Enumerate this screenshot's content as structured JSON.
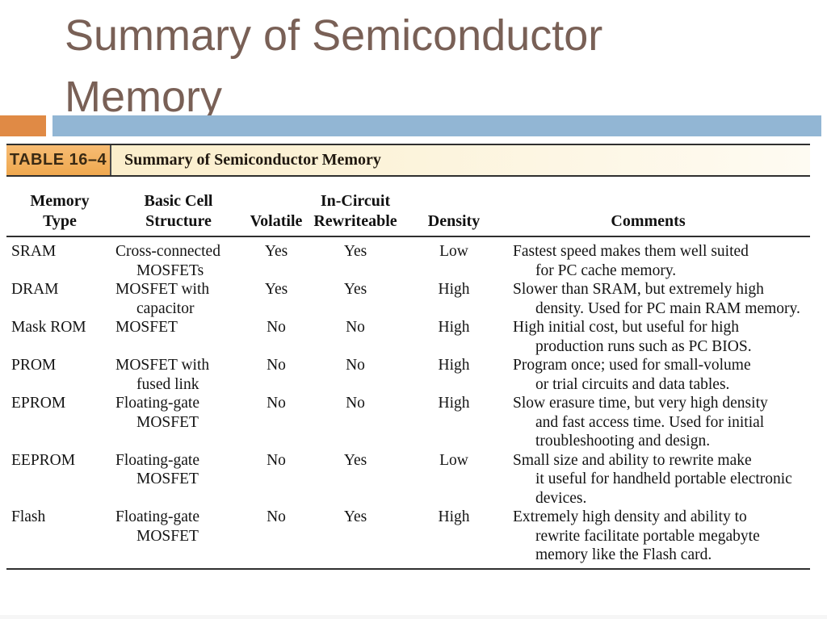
{
  "slide": {
    "title": "Summary of Semiconductor Memory",
    "accents": {
      "orange": "#E08A45",
      "blue": "#92B6D4",
      "title_text": "#796056"
    }
  },
  "table": {
    "label": "TABLE 16–4",
    "caption": "Summary of Semiconductor Memory",
    "columns": [
      {
        "id": "memory_type",
        "lines": [
          "Memory",
          "Type"
        ]
      },
      {
        "id": "structure",
        "lines": [
          "Basic Cell",
          "Structure"
        ]
      },
      {
        "id": "volatile",
        "lines": [
          "Volatile"
        ]
      },
      {
        "id": "rewriteable",
        "lines": [
          "In-Circuit",
          "Rewriteable"
        ]
      },
      {
        "id": "density",
        "lines": [
          "Density"
        ]
      },
      {
        "id": "comments",
        "lines": [
          "Comments"
        ]
      }
    ],
    "rows": [
      {
        "memory_type": "SRAM",
        "structure": [
          "Cross-connected",
          "MOSFETs"
        ],
        "volatile": "Yes",
        "rewriteable": "Yes",
        "density": "Low",
        "comments": [
          "Fastest speed makes them well suited",
          "for PC cache memory."
        ]
      },
      {
        "memory_type": "DRAM",
        "structure": [
          "MOSFET with",
          "capacitor"
        ],
        "volatile": "Yes",
        "rewriteable": "Yes",
        "density": "High",
        "comments": [
          "Slower than SRAM, but extremely high",
          "density. Used for PC main RAM memory."
        ]
      },
      {
        "memory_type": "Mask ROM",
        "structure": [
          "MOSFET"
        ],
        "volatile": "No",
        "rewriteable": "No",
        "density": "High",
        "comments": [
          "High initial cost, but useful for high",
          "production runs such as PC BIOS."
        ]
      },
      {
        "memory_type": "PROM",
        "structure": [
          "MOSFET with",
          "fused link"
        ],
        "volatile": "No",
        "rewriteable": "No",
        "density": "High",
        "comments": [
          "Program once; used for small-volume",
          "or trial circuits and data tables."
        ]
      },
      {
        "memory_type": "EPROM",
        "structure": [
          "Floating-gate",
          "MOSFET"
        ],
        "volatile": "No",
        "rewriteable": "No",
        "density": "High",
        "comments": [
          "Slow erasure time, but very high density",
          "and fast access time. Used for initial",
          "troubleshooting and design."
        ]
      },
      {
        "memory_type": "EEPROM",
        "structure": [
          "Floating-gate",
          "MOSFET"
        ],
        "volatile": "No",
        "rewriteable": "Yes",
        "density": "Low",
        "comments": [
          "Small size and ability to rewrite make",
          "it useful for handheld portable electronic",
          "devices."
        ]
      },
      {
        "memory_type": "Flash",
        "structure": [
          "Floating-gate",
          "MOSFET"
        ],
        "volatile": "No",
        "rewriteable": "Yes",
        "density": "High",
        "comments": [
          "Extremely high density and ability to",
          "rewrite facilitate portable megabyte",
          "memory like the Flash card."
        ]
      }
    ]
  }
}
